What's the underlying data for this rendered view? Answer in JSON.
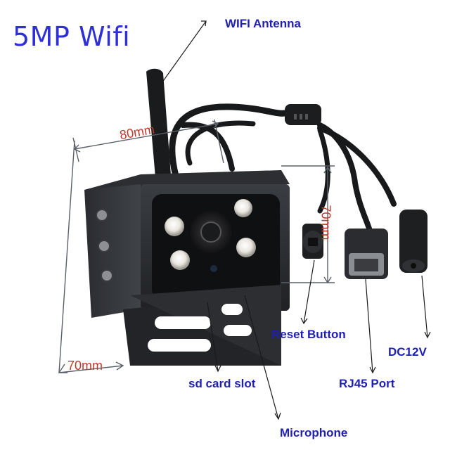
{
  "title": "5MP Wifi",
  "labels": {
    "wifi_antenna": "WIFI Antenna",
    "reset_button": "Reset Button",
    "dc12v": "DC12V",
    "rj45_port": "RJ45 Port",
    "sd_card_slot": "sd card slot",
    "microphone": "Microphone"
  },
  "dimensions": {
    "width": "80mm",
    "height": "70mm",
    "depth": "70mm"
  },
  "colors": {
    "title": "#2f2fd6",
    "labels": "#1f1fb8",
    "dimension_text": "#c0392b",
    "camera_body": "#2b2d31",
    "ir_led": "#e8e6df"
  }
}
